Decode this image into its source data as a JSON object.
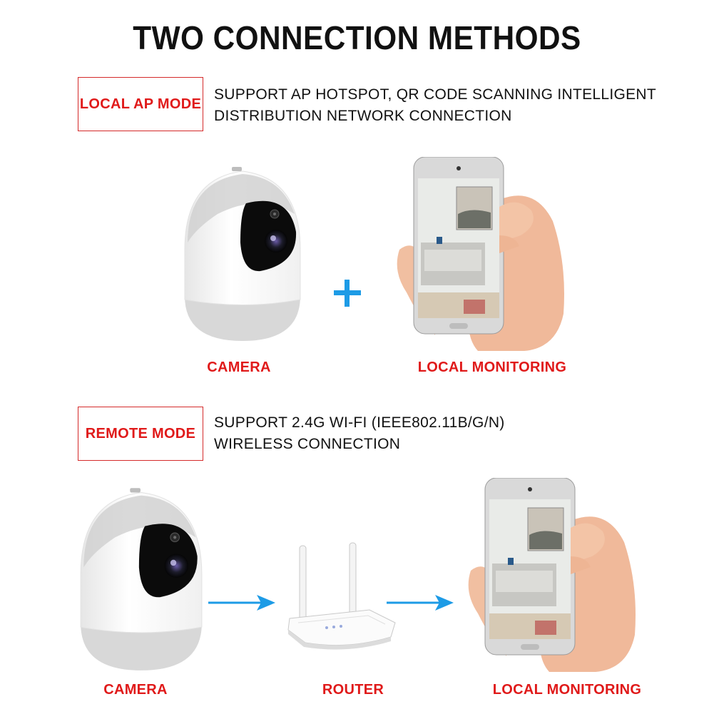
{
  "title": "TWO CONNECTION METHODS",
  "colors": {
    "accent_red": "#e01a1a",
    "arrow_blue": "#1d9be6",
    "text_dark": "#111111"
  },
  "local_mode": {
    "badge": "LOCAL AP MODE",
    "description_line1": "SUPPORT AP HOTSPOT, QR CODE SCANNING INTELLIGENT",
    "description_line2": "DISTRIBUTION NETWORK CONNECTION",
    "camera_label": "CAMERA",
    "plus_symbol": "+",
    "phone_label": "LOCAL MONITORING"
  },
  "remote_mode": {
    "badge": "REMOTE MODE",
    "description_line1": "SUPPORT 2.4G WI-FI (IEEE802.11B/G/N)",
    "description_line2": "WIRELESS CONNECTION",
    "camera_label": "CAMERA",
    "router_label": "ROUTER",
    "phone_label": "LOCAL MONITORING"
  },
  "icons": [
    "camera-icon",
    "phone-in-hand-icon",
    "router-icon",
    "plus-icon",
    "arrow-right-icon"
  ]
}
